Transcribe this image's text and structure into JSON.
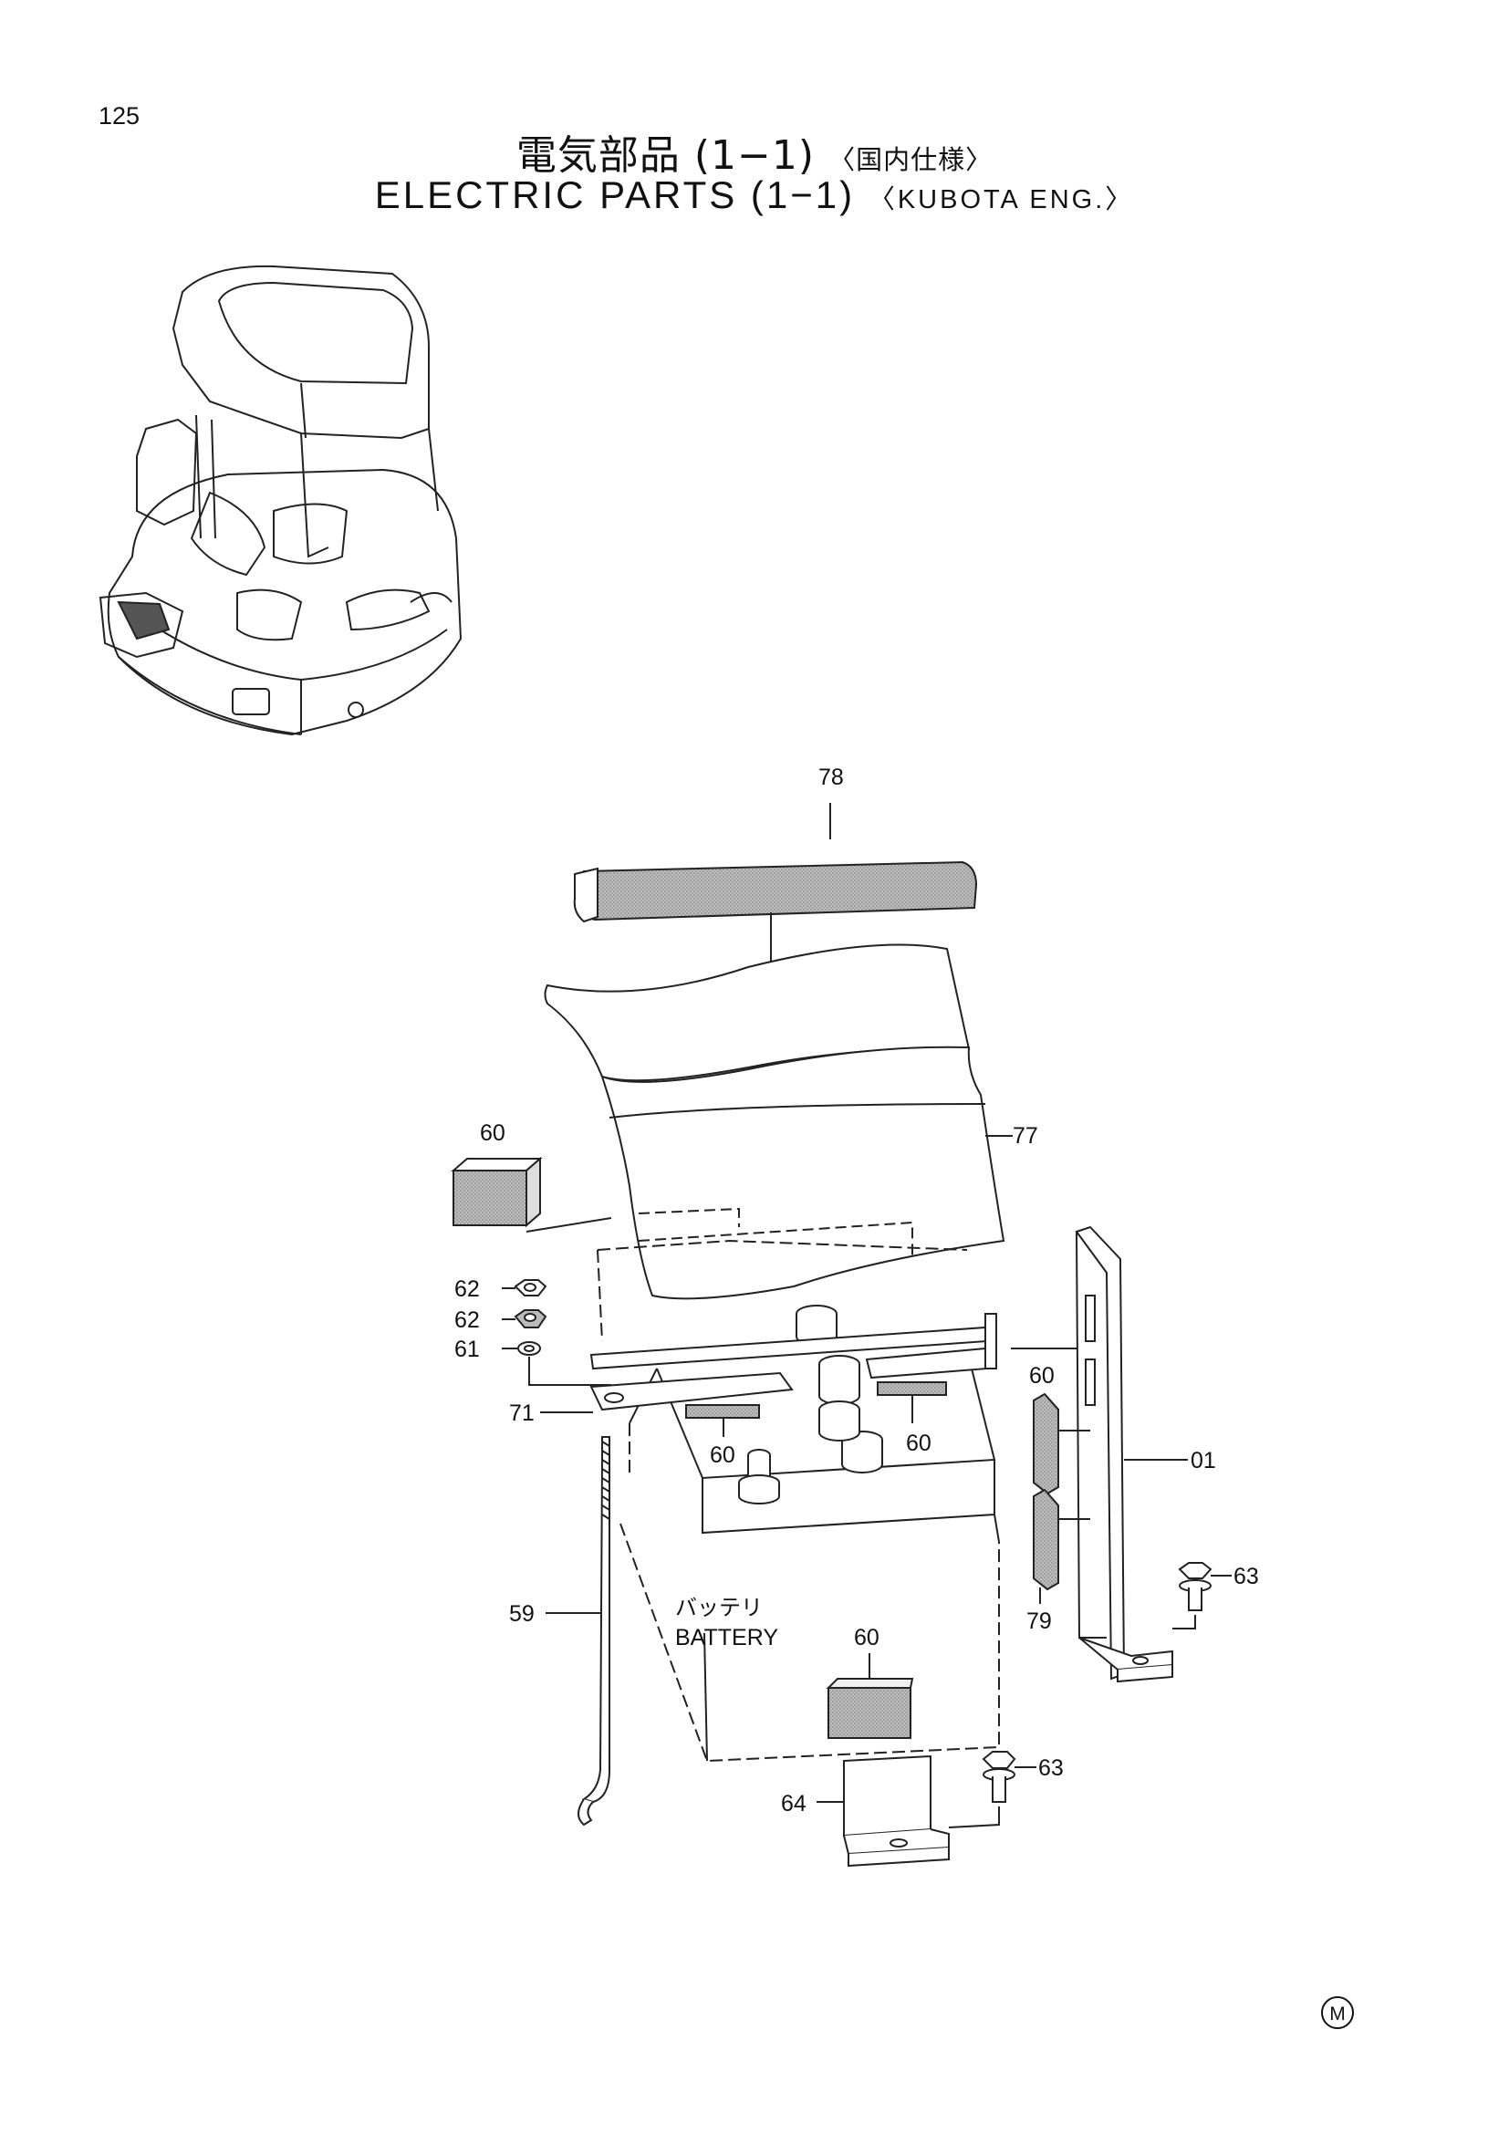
{
  "page": {
    "number": "125"
  },
  "title": {
    "jp_main": "電気部品 (1−1)",
    "jp_sub": "〈国内仕様〉",
    "en_main": "ELECTRIC PARTS (1−1)",
    "en_sub": "〈KUBOTA ENG.〉"
  },
  "battery_label": {
    "jp": "バッテリ",
    "en": "BATTERY"
  },
  "callouts": {
    "c78": "78",
    "c77": "77",
    "c60_topleft": "60",
    "c62a": "62",
    "c62b": "62",
    "c61": "61",
    "c71": "71",
    "c60_midleft": "60",
    "c60_midright": "60",
    "c60_bracket": "60",
    "c01": "01",
    "c63_right": "63",
    "c79": "79",
    "c59": "59",
    "c60_front": "60",
    "c63_bottom": "63",
    "c64": "64"
  },
  "footer": {
    "mark": "M"
  }
}
